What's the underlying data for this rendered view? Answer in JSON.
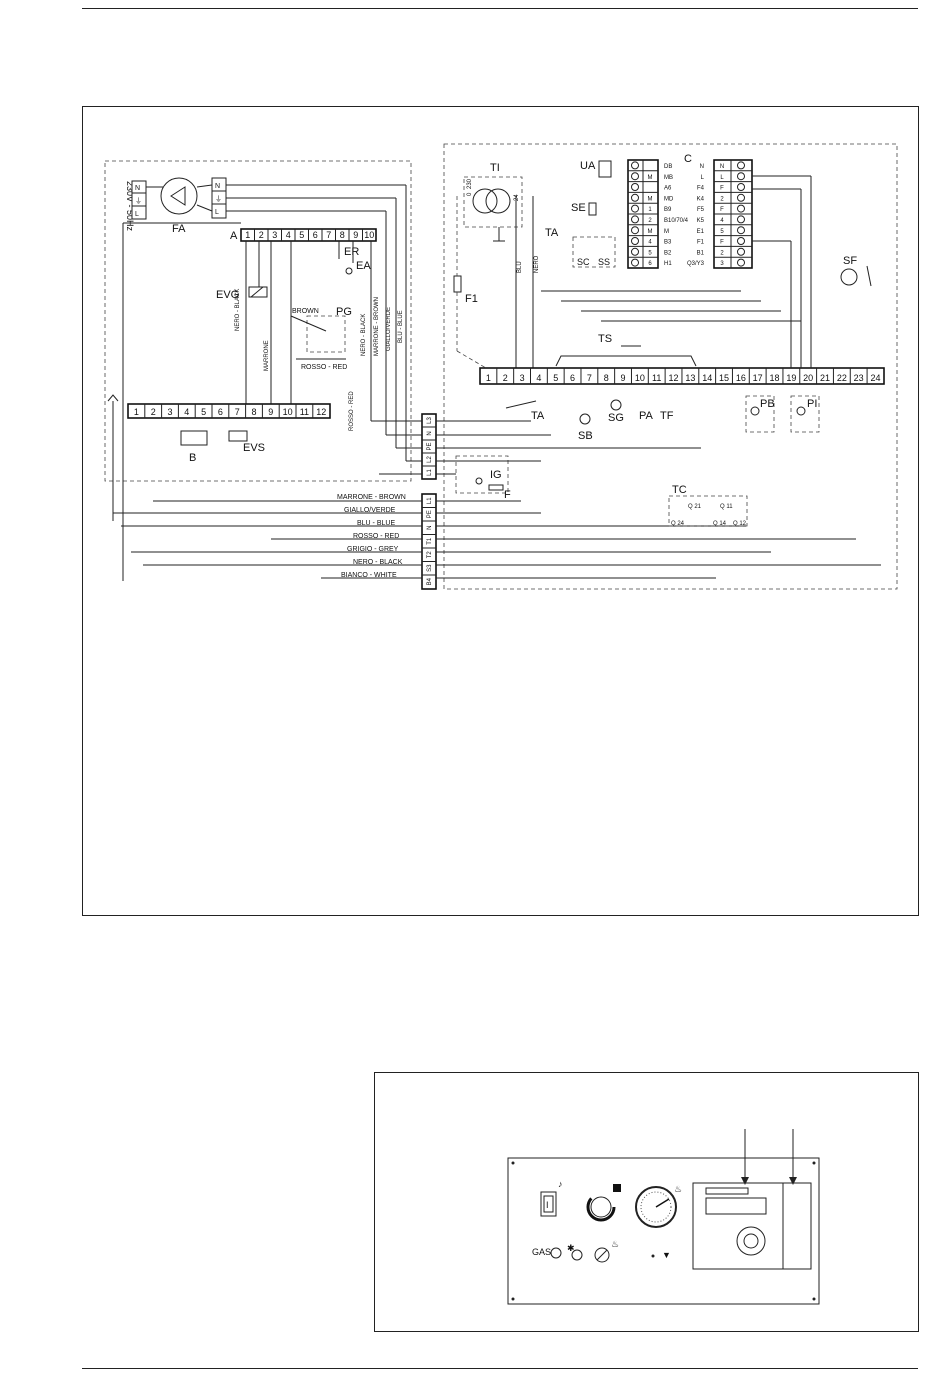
{
  "diagram": {
    "main_blocks": {
      "A": "A",
      "B": "B",
      "C": "C",
      "FA": "FA",
      "TI": "TI",
      "UA": "UA",
      "F1": "F1",
      "EVG": "EVG",
      "EVS": "EVS",
      "PG": "PG",
      "ER": "ER",
      "EA": "EA",
      "SE": "SE",
      "SC": "SC",
      "SS": "SS",
      "TA_top": "TA",
      "TA_bottom": "TA",
      "TS": "TS",
      "SB": "SB",
      "SG": "SG",
      "PA": "PA",
      "TF": "TF",
      "PB": "PB",
      "PI": "PI",
      "SF": "SF",
      "IG": "IG",
      "F": "F",
      "TC": "TC"
    },
    "supply_label": "230V - 50Hz",
    "terminal_A": [
      "1",
      "2",
      "3",
      "4",
      "5",
      "6",
      "7",
      "8",
      "9",
      "10"
    ],
    "terminal_B": [
      "1",
      "2",
      "3",
      "4",
      "5",
      "6",
      "7",
      "8",
      "9",
      "10",
      "11",
      "12"
    ],
    "terminal_main": [
      "1",
      "2",
      "3",
      "4",
      "5",
      "6",
      "7",
      "8",
      "9",
      "10",
      "11",
      "12",
      "13",
      "14",
      "15",
      "16",
      "17",
      "18",
      "19",
      "20",
      "21",
      "22",
      "23",
      "24"
    ],
    "terminal_L3": [
      "L1",
      "L2",
      "PE",
      "N",
      "L3"
    ],
    "terminal_bottom": [
      "L1",
      "PE",
      "N",
      "T1",
      "T2",
      "S3",
      "B4"
    ],
    "terminal_FA": [
      "N",
      "⏚",
      "L"
    ],
    "terminal_UA_left": [
      "DB",
      "MB",
      "A6",
      "MD",
      "B9",
      "B10/70/4",
      "M",
      "B3",
      "B2",
      "H1"
    ],
    "terminal_UA_codes": [
      "",
      "M",
      "",
      "M",
      "1",
      "2",
      "M",
      "4",
      "5",
      "6"
    ],
    "terminal_C_left": [
      "N",
      "L",
      "F4",
      "K4",
      "F5",
      "K5",
      "E1",
      "F1",
      "B1",
      "Q3/Y3"
    ],
    "terminal_C_codes": [
      "N",
      "L",
      "F",
      "2",
      "F",
      "4",
      "5",
      "F",
      "2",
      "3"
    ],
    "wire_labels": {
      "brown_a": "BROWN",
      "rosso_red_a": "ROSSO - RED",
      "nero_black_v": "NERO - BLACK",
      "marrone_v": "MARRONE",
      "nero_black_v2": "NERO - BLACK",
      "marrone_brown_v": "MARRONE - BROWN",
      "giallo_verde_v": "GIALLO/VERDE",
      "blu_blue_v": "BLU - BLUE",
      "rosso_red_v": "ROSSO - RED",
      "blu": "BLU",
      "nero": "NERO",
      "marrone_brown": "MARRONE - BROWN",
      "giallo_verde": "GIALLO/VERDE",
      "blu_blue": "BLU - BLUE",
      "rosso_red": "ROSSO - RED",
      "grigio_grey": "GRIGIO - GREY",
      "nero_black": "NERO - BLACK",
      "bianco_white": "BIANCO - WHITE"
    },
    "transformer_labels": [
      "0",
      "230",
      "24"
    ],
    "tc_labels": [
      "Q 21",
      "Q 11",
      "Q 24",
      "Q 14",
      "Q 12"
    ]
  },
  "panel": {
    "gas_label": "GAS",
    "switch_label": "I"
  }
}
